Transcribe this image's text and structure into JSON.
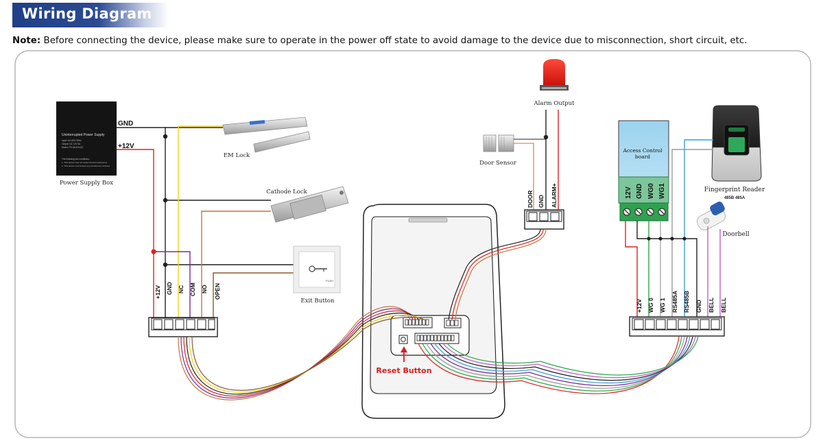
{
  "header": {
    "title": "Wiring Diagram"
  },
  "note": {
    "label": "Note:",
    "text": " Before connecting the device, please make sure to operate in the power off state to avoid damage to the device due to misconnection, short circuit, etc."
  },
  "power_supply": {
    "caption": "Power Supply Box",
    "box_title": "Uninterrupted Power Supply",
    "box_lines": [
      "Input: AC100V 50Hz",
      "Output: DC 12V 3A",
      "Model: PS-3A/12V/DC"
    ],
    "box_warn": "The following two conditions:",
    "box_notes": [
      "1. This device may not cause harmful interference",
      "2. This device must accept any interference received"
    ],
    "gnd_label": "GND",
    "v12_label": "+12V"
  },
  "em_lock": {
    "caption": "EM Lock"
  },
  "cathode_lock": {
    "caption": "Cathode Lock"
  },
  "exit_button": {
    "caption": "Exit Button",
    "face_text": "PUSH"
  },
  "alarm": {
    "caption": "Alarm Output"
  },
  "door_sensor": {
    "caption": "Door Sensor"
  },
  "reader": {
    "reset_label": "Reset Button"
  },
  "left_terminal": {
    "pins": [
      "+12V",
      "GND",
      "NC",
      "COM",
      "NO",
      "OPEN"
    ]
  },
  "mid_terminal": {
    "pins": [
      "DOOR",
      "GND",
      "ALARM+"
    ]
  },
  "right_terminal": {
    "pins": [
      "+12V",
      "WG 0",
      "WG 1",
      "RS485A",
      "RS485B",
      "GND",
      "BELL",
      "BELL"
    ]
  },
  "access_board": {
    "caption": "Access Control board",
    "pins": [
      "12V",
      "GND",
      "WG0",
      "WG1"
    ]
  },
  "fingerprint": {
    "caption": "Fingerprint Reader",
    "pins": "485B  485A"
  },
  "doorbell": {
    "caption": "Doorbell"
  },
  "colors": {
    "title_bg": "#2b4a92",
    "wire_black": "#222222",
    "wire_red": "#e02020",
    "wire_yellow": "#f2d21c",
    "wire_purple": "#7b2d90",
    "wire_orange": "#c8743a",
    "wire_green": "#2aa84a",
    "wire_blue": "#3a9ee0",
    "reset_red": "#d32020"
  }
}
